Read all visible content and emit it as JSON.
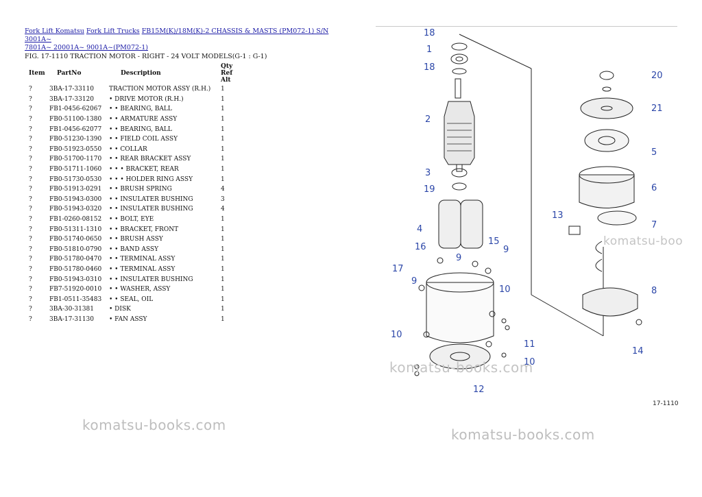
{
  "breadcrumb": {
    "link1": "Fork Lift Komatsu",
    "link2": "Fork Lift Trucks",
    "link3a": "FB15M(K)/18M(K)-2 CHASSIS & MASTS (PM072-1) S/N 3001A~",
    "link3b": "7801A~ 20001A~ 9001A~(PM072-1)"
  },
  "figure_title": "FIG. 17-1110 TRACTION MOTOR - RIGHT - 24 VOLT MODELS(G-1 : G-1)",
  "table": {
    "headers": {
      "item": "Item",
      "part": "PartNo",
      "desc": "Description",
      "qty": "Qty Ref Alt"
    },
    "rows": [
      {
        "item": "?",
        "part": "3BA-17-33110",
        "desc": "TRACTION MOTOR ASSY (R.H.)",
        "qty": "1"
      },
      {
        "item": "?",
        "part": "3BA-17-33120",
        "desc": "• DRIVE MOTOR (R.H.)",
        "qty": "1"
      },
      {
        "item": "?",
        "part": "FB1-0456-62067",
        "desc": "• • BEARING, BALL",
        "qty": "1"
      },
      {
        "item": "?",
        "part": "FB0-51100-1380",
        "desc": "• • ARMATURE ASSY",
        "qty": "1"
      },
      {
        "item": "?",
        "part": "FB1-0456-62077",
        "desc": "• • BEARING, BALL",
        "qty": "1"
      },
      {
        "item": "?",
        "part": "FB0-51230-1390",
        "desc": "• • FIELD COIL ASSY",
        "qty": "1"
      },
      {
        "item": "?",
        "part": "FB0-51923-0550",
        "desc": "• • COLLAR",
        "qty": "1"
      },
      {
        "item": "?",
        "part": "FB0-51700-1170",
        "desc": "• • REAR BRACKET ASSY",
        "qty": "1"
      },
      {
        "item": "?",
        "part": "FB0-51711-1060",
        "desc": "• • • BRACKET, REAR",
        "qty": "1"
      },
      {
        "item": "?",
        "part": "FB0-51730-0530",
        "desc": "• • • HOLDER RING ASSY",
        "qty": "1"
      },
      {
        "item": "?",
        "part": "FB0-51913-0291",
        "desc": "• • BRUSH SPRING",
        "qty": "4"
      },
      {
        "item": "?",
        "part": "FB0-51943-0300",
        "desc": "• • INSULATER BUSHING",
        "qty": "3"
      },
      {
        "item": "?",
        "part": "FB0-51943-0320",
        "desc": "• • INSULATER BUSHING",
        "qty": "4"
      },
      {
        "item": "?",
        "part": "FB1-0260-08152",
        "desc": "• • BOLT, EYE",
        "qty": "1"
      },
      {
        "item": "?",
        "part": "FB0-51311-1310",
        "desc": "• • BRACKET, FRONT",
        "qty": "1"
      },
      {
        "item": "?",
        "part": "FB0-51740-0650",
        "desc": "• • BRUSH ASSY",
        "qty": "1"
      },
      {
        "item": "?",
        "part": "FB0-51810-0790",
        "desc": "• • BAND ASSY",
        "qty": "1"
      },
      {
        "item": "?",
        "part": "FB0-51780-0470",
        "desc": "• • TERMINAL ASSY",
        "qty": "1"
      },
      {
        "item": "?",
        "part": "FB0-51780-0460",
        "desc": "• • TERMINAL ASSY",
        "qty": "1"
      },
      {
        "item": "?",
        "part": "FB0-51943-0310",
        "desc": "• • INSULATER BUSHING",
        "qty": "1"
      },
      {
        "item": "?",
        "part": "FB7-51920-0010",
        "desc": "• • WASHER, ASSY",
        "qty": "1"
      },
      {
        "item": "?",
        "part": "FB1-0511-35483",
        "desc": "• • SEAL, OIL",
        "qty": "1"
      },
      {
        "item": "?",
        "part": "3BA-30-31381",
        "desc": "• DISK",
        "qty": "1"
      },
      {
        "item": "?",
        "part": "3BA-17-31130",
        "desc": "• FAN ASSY",
        "qty": "1"
      }
    ]
  },
  "diagram": {
    "figure_number": "17-1110",
    "callouts": [
      "18",
      "1",
      "18",
      "2",
      "3",
      "19",
      "4",
      "16",
      "9",
      "15",
      "9",
      "17",
      "9",
      "10",
      "10",
      "11",
      "10",
      "12",
      "20",
      "21",
      "5",
      "6",
      "13",
      "7",
      "8",
      "14"
    ]
  },
  "watermark": "komatsu-books.com",
  "watermark_partial": "komatsu-boo",
  "colors": {
    "link": "#1a1aa6",
    "callout": "#2b46a8",
    "watermark": "#bdbdbd"
  }
}
